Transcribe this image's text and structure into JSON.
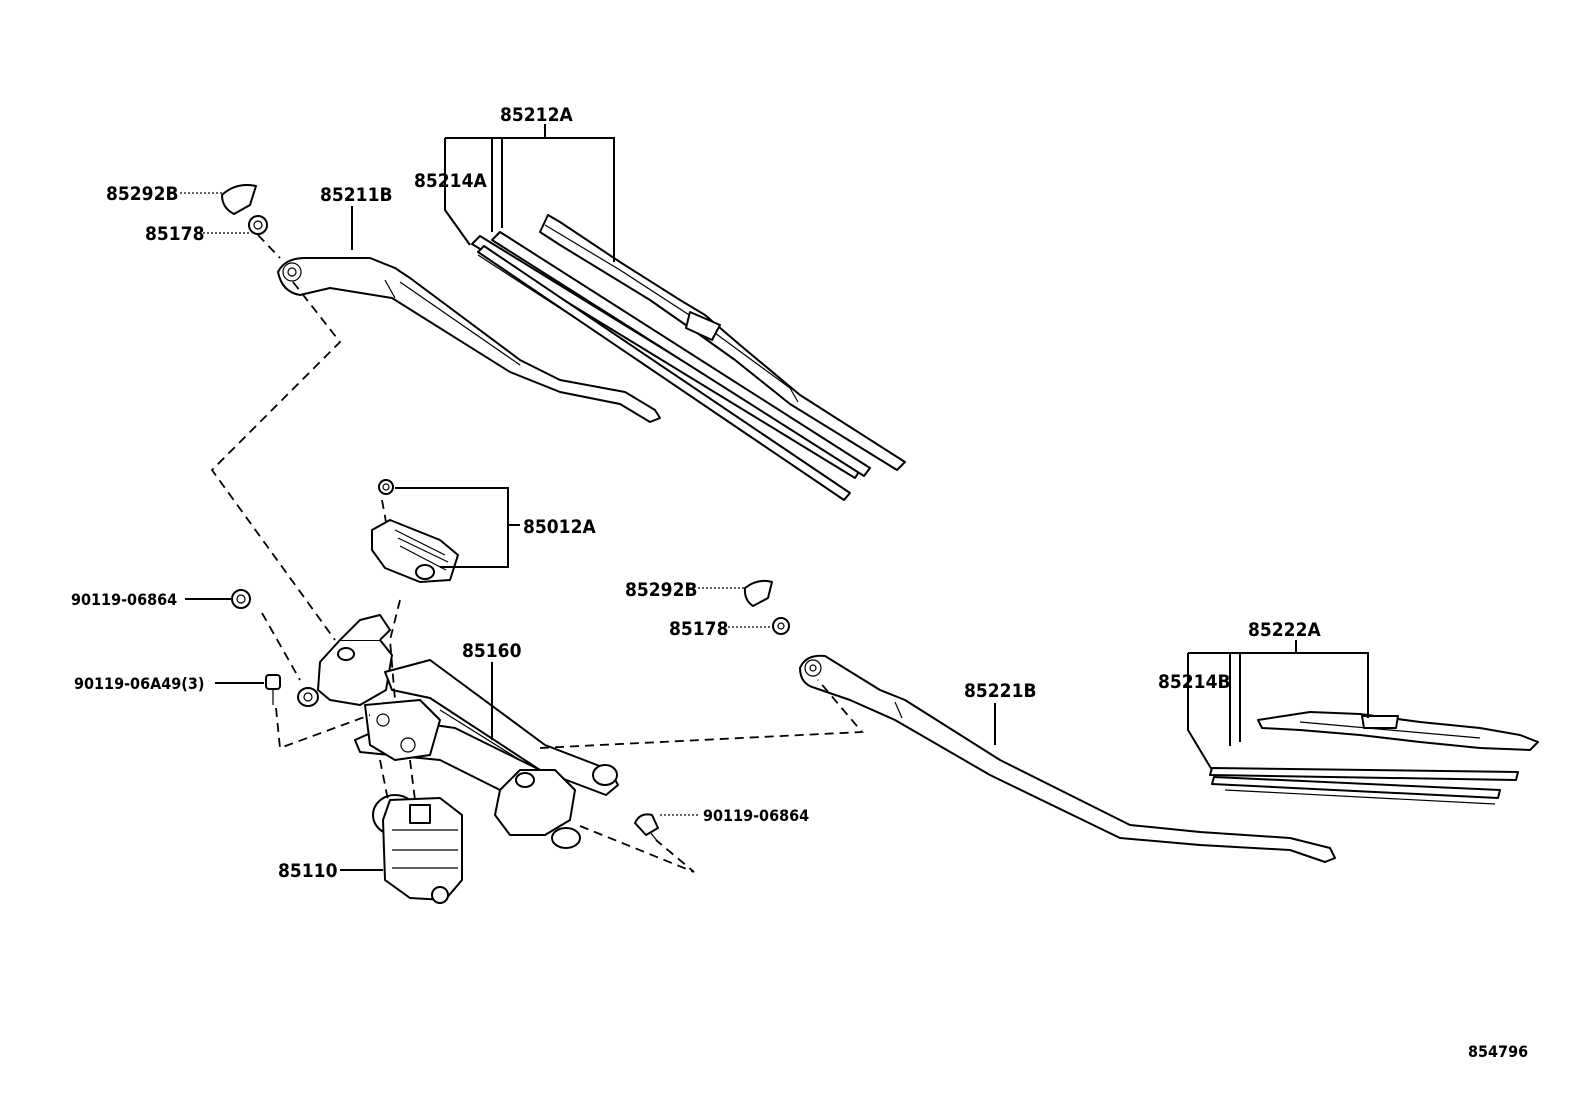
{
  "labels": {
    "p85212A": "85212A",
    "p85214A": "85214A",
    "p85211B": "85211B",
    "p85292B_top": "85292B",
    "p85178_top": "85178",
    "p85012A": "85012A",
    "p90119_06864_left": "90119-06864",
    "p90119_06A49": "90119-06A49(3)",
    "p85160": "85160",
    "p85292B_mid": "85292B",
    "p85178_mid": "85178",
    "p85222A": "85222A",
    "p85214B": "85214B",
    "p85221B": "85221B",
    "p90119_06864_right": "90119-06864",
    "p85110": "85110",
    "diagram_id": "854796"
  }
}
